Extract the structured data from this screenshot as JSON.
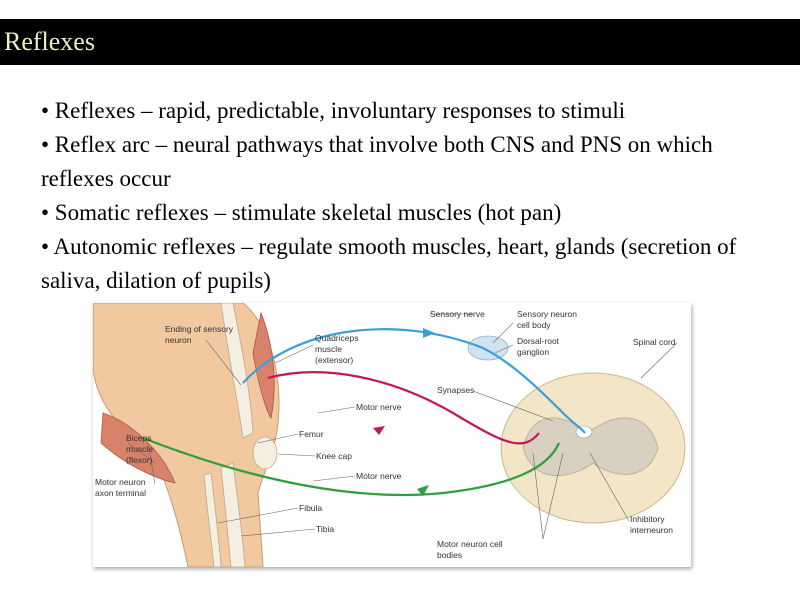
{
  "title": "Reflexes",
  "bullets": [
    "• Reflexes – rapid, predictable, involuntary responses to stimuli",
    "• Reflex arc – neural pathways that involve both CNS and PNS on which reflexes occur",
    "• Somatic reflexes – stimulate skeletal muscles (hot pan)",
    "• Autonomic reflexes – regulate smooth muscles, heart, glands (secretion of saliva, dilation of pupils)"
  ],
  "diagram": {
    "labels": {
      "ending_sensory": [
        "Ending of sensory",
        "neuron"
      ],
      "quadriceps": [
        "Quadriceps",
        "muscle",
        "(extensor)"
      ],
      "sensory_nerve": "Sensory nerve",
      "sensory_cell_body": [
        "Sensory neuron",
        "cell body"
      ],
      "dorsal_root": [
        "Dorsal-root",
        "ganglion"
      ],
      "spinal_cord": "Spinal cord",
      "synapses": "Synapses",
      "motor_nerve_1": "Motor nerve",
      "femur": "Femur",
      "knee_cap": "Knee cap",
      "biceps": [
        "Biceps",
        "muscle",
        "(flexor)"
      ],
      "motor_nerve_2": "Motor nerve",
      "motor_terminal": [
        "Motor neuron",
        "axon terminal"
      ],
      "fibula": "Fibula",
      "tibia": "Tibia",
      "motor_cell_bodies": [
        "Motor neuron cell",
        "bodies"
      ],
      "inhibitory": [
        "Inhibitory",
        "interneuron"
      ]
    },
    "colors": {
      "sensory": "#3a9fd8",
      "motor_extensor": "#c2185b",
      "motor_flexor": "#2e9e3e",
      "skin": "#f1c8a0",
      "muscle": "#d9826a",
      "spinal_white": "#f2e6c6",
      "spinal_gray": "#d8d0c0"
    }
  }
}
